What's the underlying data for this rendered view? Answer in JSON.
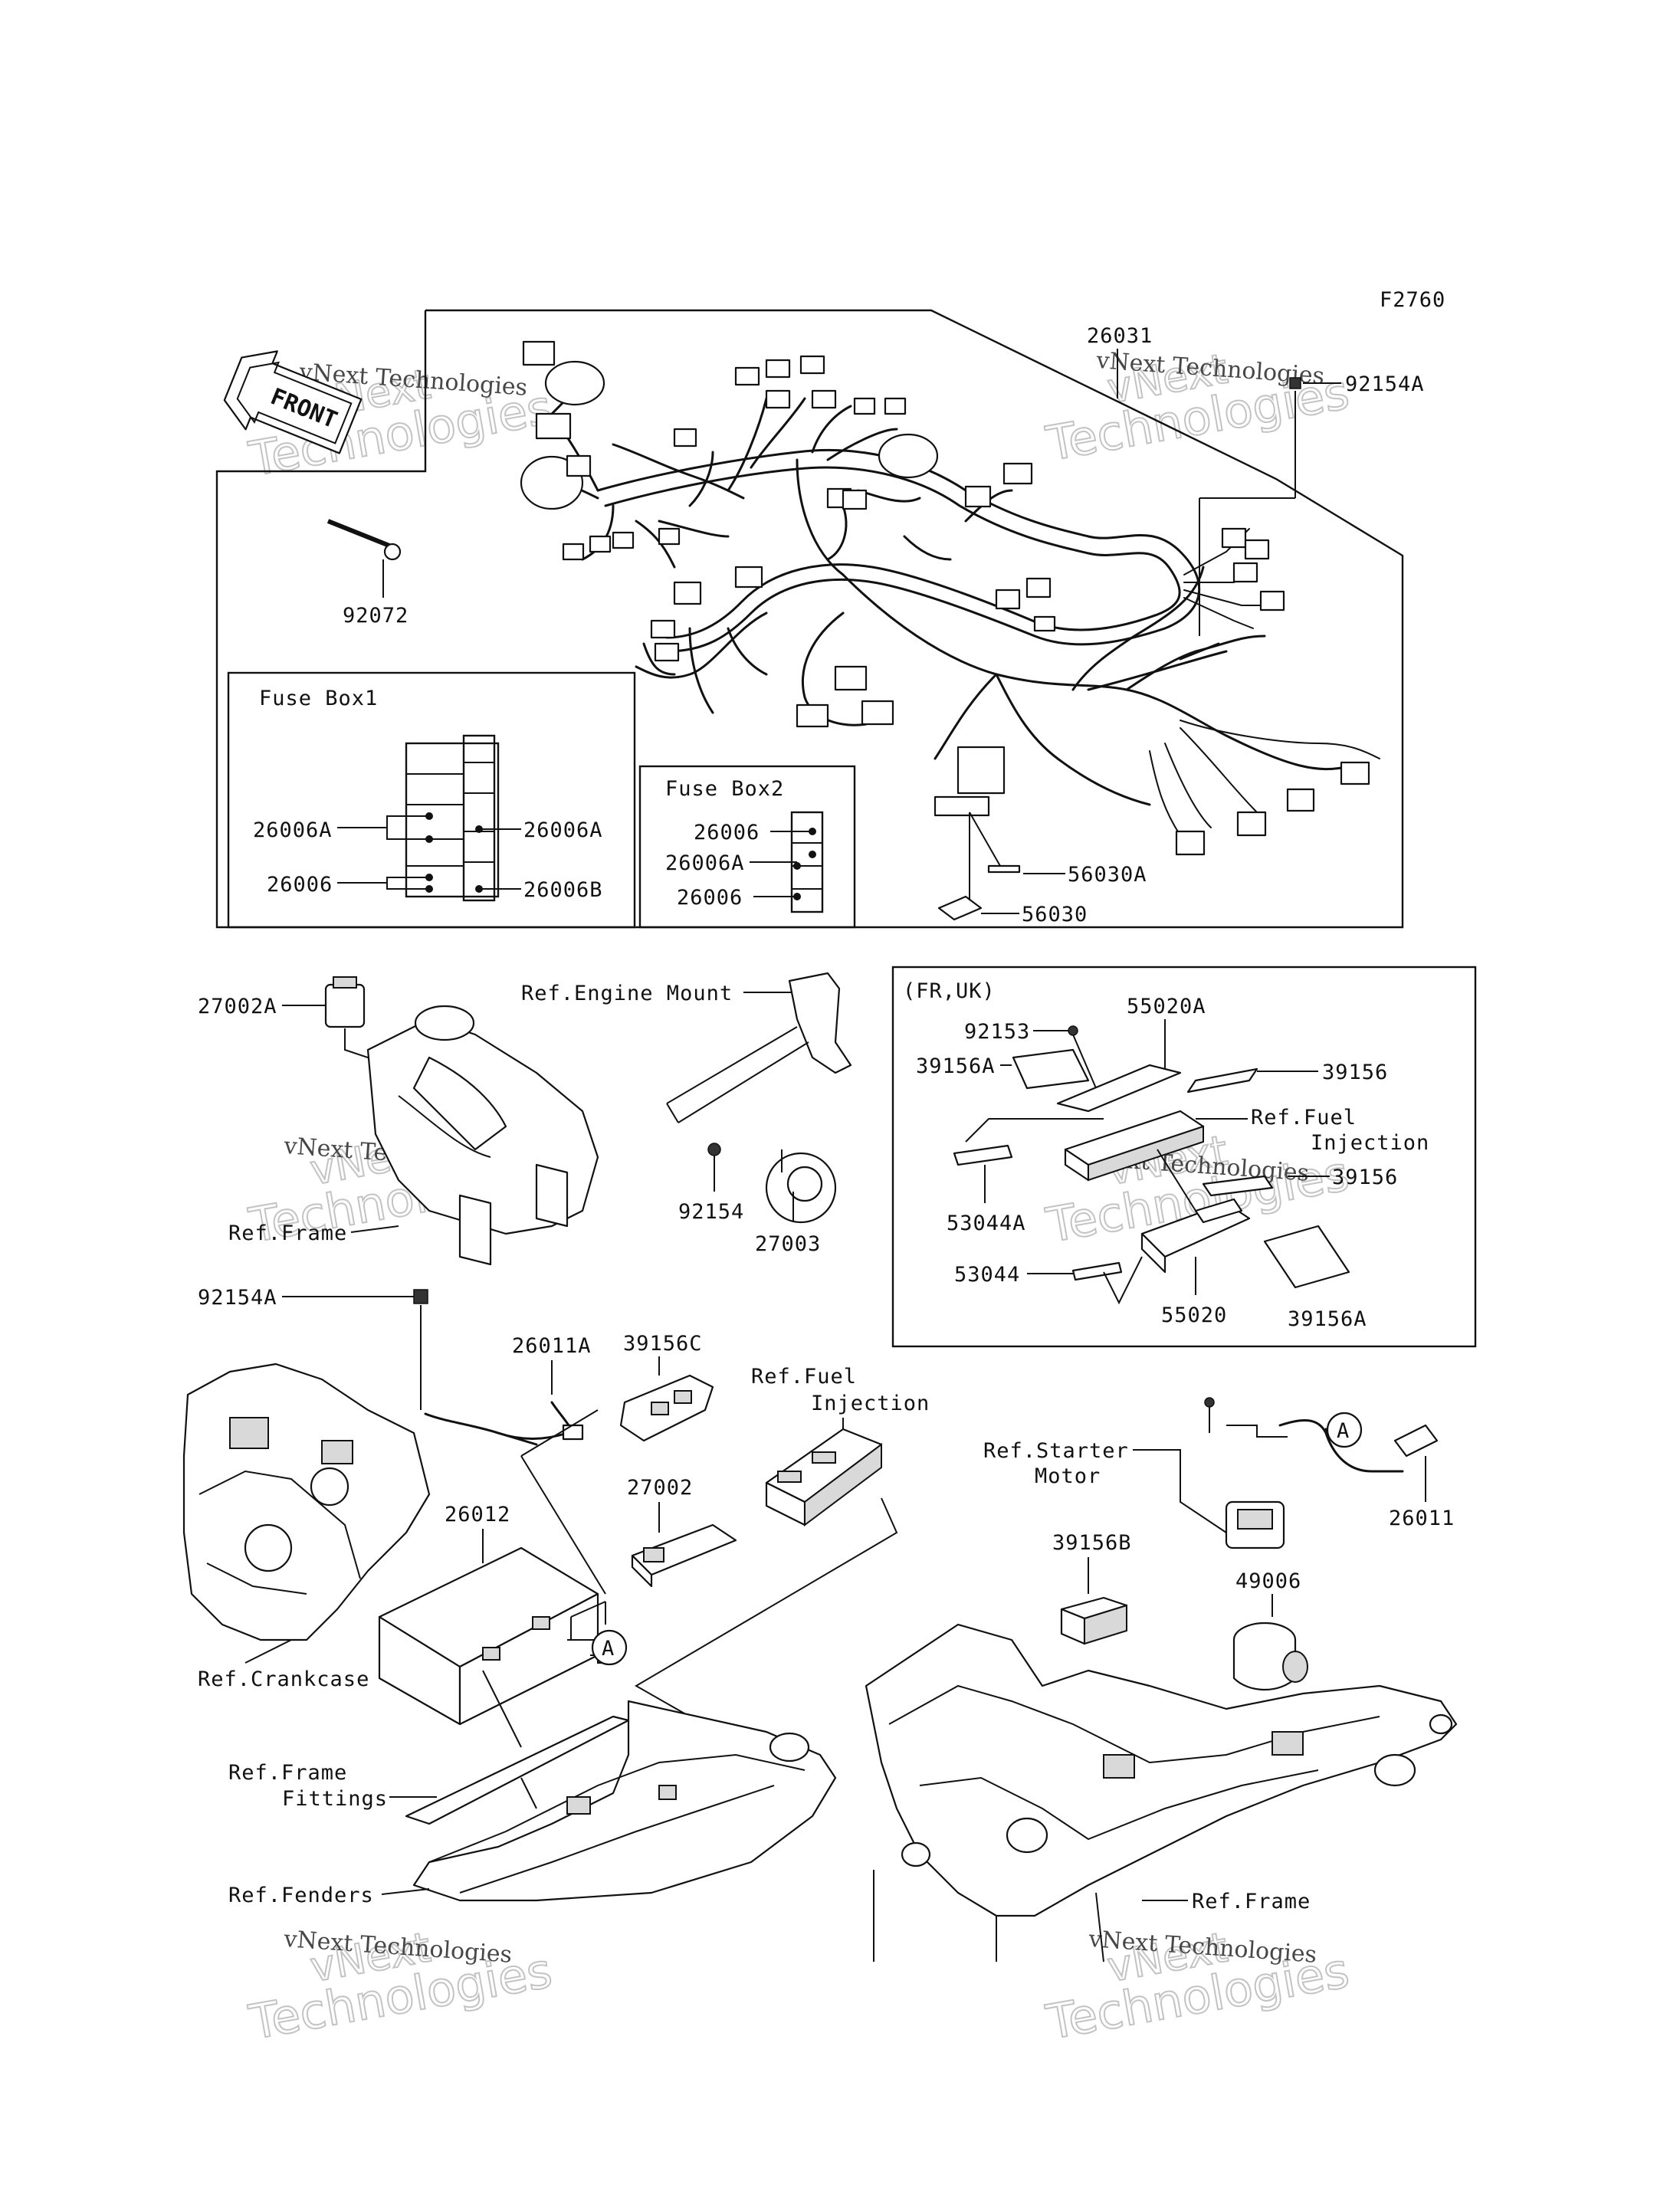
{
  "diagram_id": "F2760",
  "front_arrow": "FRONT",
  "watermark": {
    "line1": "vNext",
    "line2": "Technologies",
    "caption": "vNext Technologies"
  },
  "fuse_box1": {
    "title": "Fuse Box1",
    "labels": [
      "26006A",
      "26006A",
      "26006",
      "26006B"
    ]
  },
  "fuse_box2": {
    "title": "Fuse Box2",
    "labels": [
      "26006",
      "26006A",
      "26006"
    ]
  },
  "region_note": "(FR,UK)",
  "parts": {
    "p26031": "26031",
    "p92154A_top": "92154A",
    "p92072": "92072",
    "p56030A": "56030A",
    "p56030": "56030",
    "p27002A": "27002A",
    "p92154": "92154",
    "p27003": "27003",
    "p92153": "92153",
    "p55020A": "55020A",
    "p39156A_top": "39156A",
    "p39156_a": "39156",
    "p39156_b": "39156",
    "p53044A": "53044A",
    "p53044": "53044",
    "p55020": "55020",
    "p39156A_bottom": "39156A",
    "p92154A_mid": "92154A",
    "p26011A": "26011A",
    "p39156C": "39156C",
    "p27002": "27002",
    "p26012": "26012",
    "p26011": "26011",
    "p39156B": "39156B",
    "p49006": "49006"
  },
  "refs": {
    "engine_mount": "Ref.Engine Mount",
    "frame_top": "Ref.Frame",
    "fuel_inj_1_line1": "Ref.Fuel",
    "fuel_inj_1_line2": "Injection",
    "fuel_inj_2_line1": "Ref.Fuel",
    "fuel_inj_2_line2": "Injection",
    "starter_line1": "Ref.Starter",
    "starter_line2": "Motor",
    "crankcase": "Ref.Crankcase",
    "frame_fittings_line1": "Ref.Frame",
    "frame_fittings_line2": "Fittings",
    "fenders": "Ref.Fenders",
    "frame_bottom": "Ref.Frame"
  },
  "marker": "A"
}
